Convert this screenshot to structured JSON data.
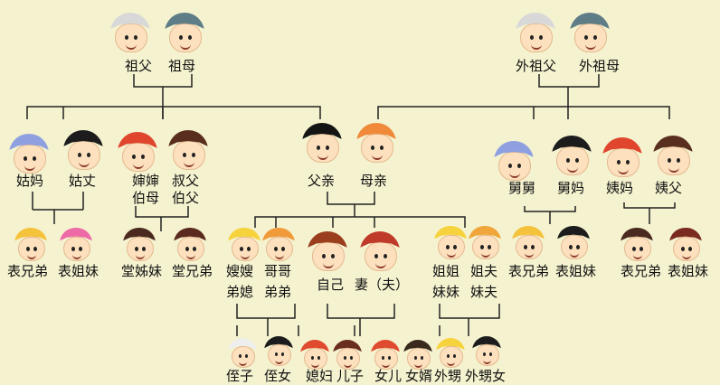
{
  "colors": {
    "background": "#f5f2cf",
    "line": "#222222"
  },
  "labels": {
    "grandfather": "祖父",
    "grandmother": "祖母",
    "maternal_grandfather": "外祖父",
    "maternal_grandmother": "外祖母",
    "paternal_aunt": "姑妈",
    "paternal_aunt_husband": "姑丈",
    "aunt_in_law": "婶婶",
    "aunt_in_law_2": "伯母",
    "uncle": "叔父",
    "uncle_2": "伯父",
    "father": "父亲",
    "mother": "母亲",
    "maternal_uncle": "舅舅",
    "maternal_uncle_wife": "舅妈",
    "maternal_aunt": "姨妈",
    "maternal_aunt_husband": "姨父",
    "cousin_m_1": "表兄弟",
    "cousin_f_1": "表姐妹",
    "tang_sister": "堂姊妹",
    "tang_brother": "堂兄弟",
    "sister_in_law": "嫂嫂",
    "sister_in_law_2": "弟媳",
    "brother": "哥哥",
    "brother_2": "弟弟",
    "self": "自己",
    "spouse": "妻（夫）",
    "sister": "姐姐",
    "sister_2": "妹妹",
    "sister_husband": "姐夫",
    "sister_husband_2": "妹夫",
    "cousin_m_2": "表兄弟",
    "cousin_f_2": "表姐妹",
    "cousin_m_3": "表兄弟",
    "cousin_f_3": "表姐妹",
    "nephew": "侄子",
    "niece": "侄女",
    "daughter_in_law": "媳妇",
    "son": "儿子",
    "daughter": "女儿",
    "son_in_law": "女婿",
    "sisters_son": "外甥",
    "sisters_daughter": "外甥女"
  },
  "faces": [
    {
      "id": "grandfather",
      "hair": "#d8d8d8"
    },
    {
      "id": "grandmother",
      "hair": "#5e7d86"
    },
    {
      "id": "maternal_grandfather",
      "hair": "#d8d8d8"
    },
    {
      "id": "maternal_grandmother",
      "hair": "#5e7d86"
    },
    {
      "id": "paternal_aunt",
      "hair": "#8ea0e0"
    },
    {
      "id": "paternal_aunt_husband",
      "hair": "#1c1c1c"
    },
    {
      "id": "aunt_in_law",
      "hair": "#e0462e"
    },
    {
      "id": "uncle",
      "hair": "#5a2e1e"
    },
    {
      "id": "father",
      "hair": "#141414"
    },
    {
      "id": "mother",
      "hair": "#f08a3a"
    },
    {
      "id": "maternal_uncle",
      "hair": "#8ea0e0"
    },
    {
      "id": "maternal_uncle_wife",
      "hair": "#1c1c1c"
    },
    {
      "id": "maternal_aunt",
      "hair": "#e0462e"
    },
    {
      "id": "maternal_aunt_husband",
      "hair": "#5a2e1e"
    },
    {
      "id": "cousin_m_1",
      "hair": "#f5c23c"
    },
    {
      "id": "cousin_f_1",
      "hair": "#ee6aa6"
    },
    {
      "id": "tang_sister",
      "hair": "#4a2a1e"
    },
    {
      "id": "tang_brother",
      "hair": "#5a2a1e"
    },
    {
      "id": "sister_in_law",
      "hair": "#f6d23c"
    },
    {
      "id": "brother",
      "hair": "#f09a3a"
    },
    {
      "id": "self",
      "hair": "#9a3e1e"
    },
    {
      "id": "spouse",
      "hair": "#c03a2a"
    },
    {
      "id": "sister",
      "hair": "#f6d23c"
    },
    {
      "id": "sister_husband",
      "hair": "#f0a63a"
    },
    {
      "id": "cousin_m_2",
      "hair": "#f5c23c"
    },
    {
      "id": "cousin_f_2",
      "hair": "#1c1c1c"
    },
    {
      "id": "cousin_m_3",
      "hair": "#4a2a1e"
    },
    {
      "id": "cousin_f_3",
      "hair": "#7a2a1e"
    },
    {
      "id": "nephew",
      "hair": "#eeeeee"
    },
    {
      "id": "niece",
      "hair": "#1c1c1c"
    },
    {
      "id": "daughter_in_law",
      "hair": "#e04a2e"
    },
    {
      "id": "son",
      "hair": "#6a2e1e"
    },
    {
      "id": "daughter",
      "hair": "#e04a2e"
    },
    {
      "id": "son_in_law",
      "hair": "#3a2a1e"
    },
    {
      "id": "sisters_son",
      "hair": "#f6d23c"
    },
    {
      "id": "sisters_daughter",
      "hair": "#1c1c1c"
    }
  ]
}
